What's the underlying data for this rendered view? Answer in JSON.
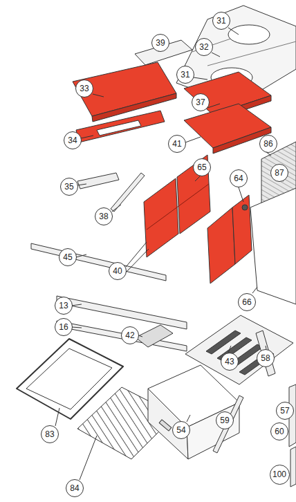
{
  "diagram": {
    "labels": [
      "31",
      "32",
      "31",
      "39",
      "33",
      "37",
      "86",
      "34",
      "41",
      "87",
      "35",
      "65",
      "64",
      "38",
      "45",
      "40",
      "13",
      "66",
      "16",
      "42",
      "43",
      "58",
      "83",
      "84",
      "54",
      "59",
      "57",
      "60",
      "100"
    ]
  }
}
